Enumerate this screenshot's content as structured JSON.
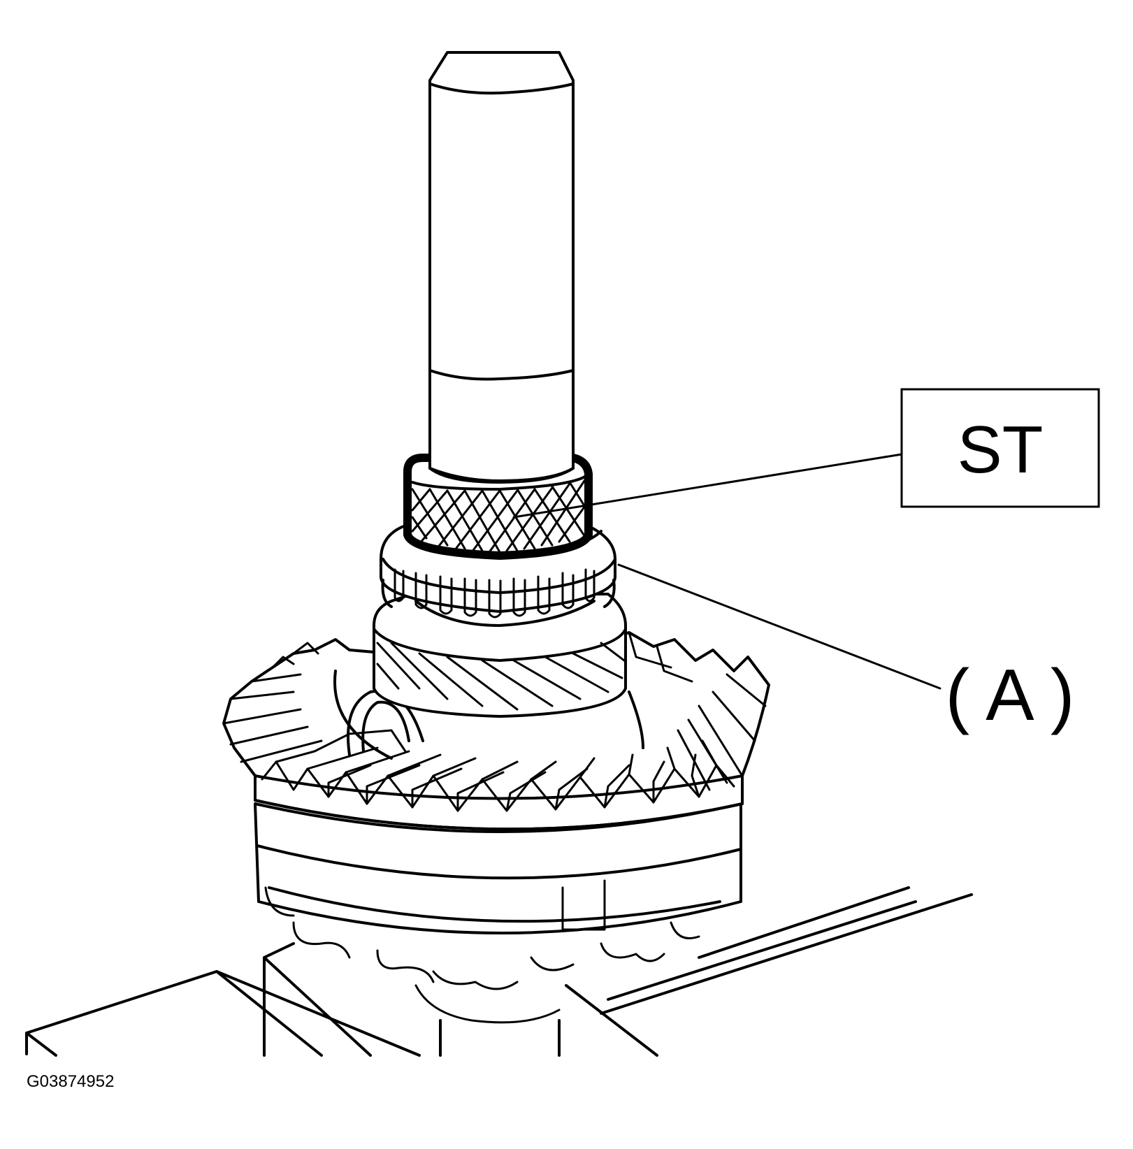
{
  "labels": {
    "special_tool": "ST",
    "part_a": "( A )",
    "figure_code": "G03874952"
  },
  "colors": {
    "line": "#000000",
    "background": "#ffffff"
  }
}
